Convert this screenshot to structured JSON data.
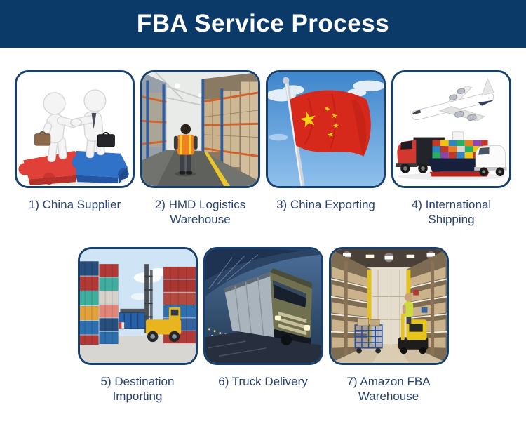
{
  "header": {
    "title": "FBA Service Process"
  },
  "colors": {
    "banner_bg": "#0b3a68",
    "tile_border": "#17406e",
    "caption_text": "#29426e",
    "flag_red": "#d7281c",
    "star_yellow": "#f8d410"
  },
  "steps": [
    {
      "num": "1",
      "caption_line1": "1) China Supplier",
      "caption_line2": "",
      "image": "china-supplier-handshake-photo"
    },
    {
      "num": "2",
      "caption_line1": "2) HMD Logistics",
      "caption_line2": "Warehouse",
      "image": "logistics-warehouse-aisle-photo"
    },
    {
      "num": "3",
      "caption_line1": "3) China Exporting",
      "caption_line2": "",
      "image": "china-flag-photo"
    },
    {
      "num": "4",
      "caption_line1": "4) International",
      "caption_line2": "Shipping",
      "image": "air-sea-truck-shipping-photo"
    },
    {
      "num": "5",
      "caption_line1": "5) Destination",
      "caption_line2": "Importing",
      "image": "container-port-photo"
    },
    {
      "num": "6",
      "caption_line1": "6) Truck Delivery",
      "caption_line2": "",
      "image": "truck-night-road-photo"
    },
    {
      "num": "7",
      "caption_line1": "7) Amazon FBA",
      "caption_line2": "Warehouse",
      "image": "amazon-fulfillment-center-photo"
    }
  ]
}
